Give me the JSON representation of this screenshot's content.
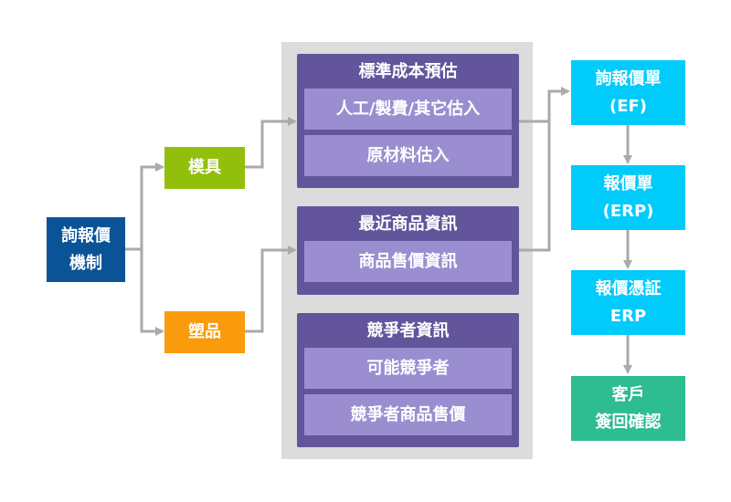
{
  "root": {
    "line1": "詢報價",
    "line2": "機制"
  },
  "branches": {
    "mold": "模具",
    "plastic": "塑品"
  },
  "groups": [
    {
      "title": "標準成本預估",
      "items": [
        "人工/製費/其它估入",
        "原材料估入"
      ]
    },
    {
      "title": "最近商品資訊",
      "items": [
        "商品售價資訊"
      ]
    },
    {
      "title": "競爭者資訊",
      "items": [
        "可能競爭者",
        "競爭者商品售價"
      ]
    }
  ],
  "flow": [
    {
      "line1": "詢報價單",
      "line2": "(EF)"
    },
    {
      "line1": "報價單",
      "line2": "(ERP)"
    },
    {
      "line1": "報價憑証",
      "line2": "ERP"
    },
    {
      "line1": "客戶",
      "line2": "簽回確認"
    }
  ],
  "colors": {
    "root": "#0b5397",
    "mold": "#92bf0b",
    "plastic": "#f99b0c",
    "group": "#63559b",
    "group_item": "#9b8ed0",
    "flow": "#00cbfb",
    "final": "#2ebc91",
    "connector": "#aaaaaa",
    "panel": "#dcdcdc"
  }
}
